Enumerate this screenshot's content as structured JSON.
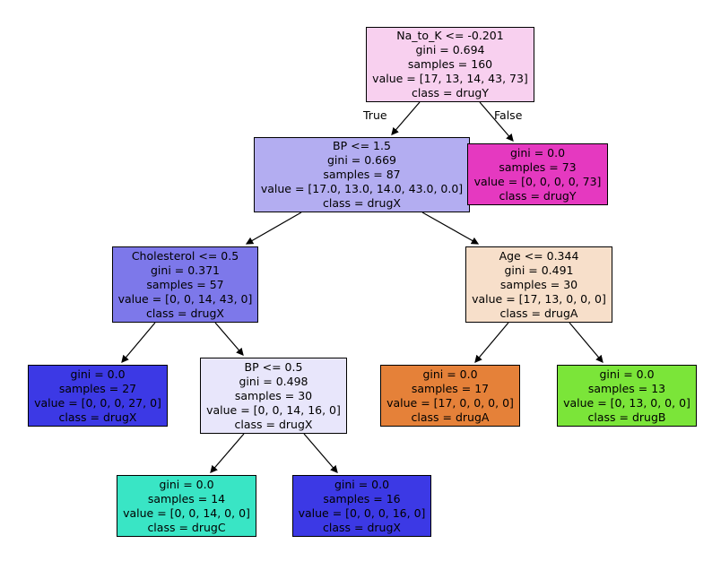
{
  "figure": {
    "type": "decision-tree",
    "background": "#ffffff",
    "edge_color": "#000000",
    "text_color": "#000000"
  },
  "edge_labels": {
    "true_label": "True",
    "false_label": "False"
  },
  "class_colors": {
    "drugA": "#e58139",
    "drugB": "#7be539",
    "drugC": "#39e5c5",
    "drugX": "#3c39e5",
    "drugY": "#e539c0"
  },
  "nodes": [
    {
      "id": "root",
      "color": "#f8d0ef",
      "lines": [
        "Na_to_K <= -0.201",
        "gini = 0.694",
        "samples = 160",
        "value = [17, 13, 14, 43, 73]",
        "class = drugY"
      ]
    },
    {
      "id": "bp_le_1_5",
      "color": "#b3adf1",
      "lines": [
        "BP <= 1.5",
        "gini = 0.669",
        "samples = 87",
        "value = [17.0, 13.0, 14.0, 43.0, 0.0]",
        "class = drugX"
      ]
    },
    {
      "id": "leaf_drugY_73",
      "color": "#e539c0",
      "lines": [
        "gini = 0.0",
        "samples = 73",
        "value = [0, 0, 0, 0, 73]",
        "class = drugY"
      ]
    },
    {
      "id": "cholesterol_le_0_5",
      "color": "#7d78ea",
      "lines": [
        "Cholesterol <= 0.5",
        "gini = 0.371",
        "samples = 57",
        "value = [0, 0, 14, 43, 0]",
        "class = drugX"
      ]
    },
    {
      "id": "age_le_0_344",
      "color": "#f7dfca",
      "lines": [
        "Age <= 0.344",
        "gini = 0.491",
        "samples = 30",
        "value = [17, 13, 0, 0, 0]",
        "class = drugA"
      ]
    },
    {
      "id": "leaf_drugX_27",
      "color": "#3c39e5",
      "lines": [
        "gini = 0.0",
        "samples = 27",
        "value = [0, 0, 0, 27, 0]",
        "class = drugX"
      ]
    },
    {
      "id": "bp_le_0_5",
      "color": "#e8e6fb",
      "lines": [
        "BP <= 0.5",
        "gini = 0.498",
        "samples = 30",
        "value = [0, 0, 14, 16, 0]",
        "class = drugX"
      ]
    },
    {
      "id": "leaf_drugA_17",
      "color": "#e58139",
      "lines": [
        "gini = 0.0",
        "samples = 17",
        "value = [17, 0, 0, 0, 0]",
        "class = drugA"
      ]
    },
    {
      "id": "leaf_drugB_13",
      "color": "#7be539",
      "lines": [
        "gini = 0.0",
        "samples = 13",
        "value = [0, 13, 0, 0, 0]",
        "class = drugB"
      ]
    },
    {
      "id": "leaf_drugC_14",
      "color": "#39e5c5",
      "lines": [
        "gini = 0.0",
        "samples = 14",
        "value = [0, 0, 14, 0, 0]",
        "class = drugC"
      ]
    },
    {
      "id": "leaf_drugX_16",
      "color": "#3c39e5",
      "lines": [
        "gini = 0.0",
        "samples = 16",
        "value = [0, 0, 0, 16, 0]",
        "class = drugX"
      ]
    }
  ]
}
